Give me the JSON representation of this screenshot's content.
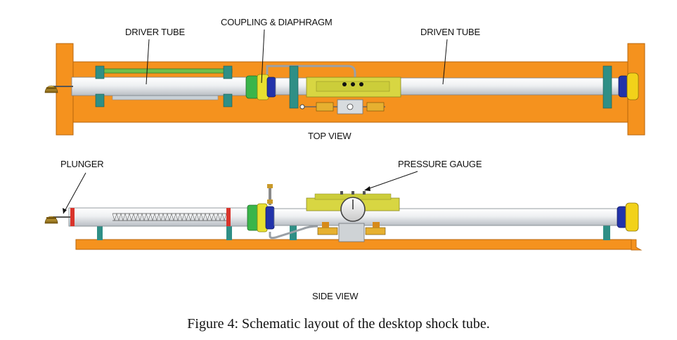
{
  "figure": {
    "labels": {
      "driver_tube": "DRIVER TUBE",
      "coupling": "COUPLING & DIAPHRAGM",
      "driven_tube": "DRIVEN TUBE",
      "top_view": "TOP VIEW",
      "plunger": "PLUNGER",
      "pressure_gauge": "PRESSURE GAUGE",
      "side_view": "SIDE VIEW"
    },
    "caption": "Figure 4: Schematic layout of the desktop shock tube."
  },
  "colors": {
    "frame": "#f5921e",
    "frame_edge": "#b8660c",
    "tube": "#e9ecef",
    "coupling_green": "#3ab54a",
    "coupling_yellow": "#e8e030",
    "end_cap_blue": "#2233aa",
    "end_cap_yellow": "#f2d21a",
    "gauge_plate": "#d8d642",
    "clamp_teal": "#2f8f86",
    "plunger_knob": "#b8860b"
  }
}
